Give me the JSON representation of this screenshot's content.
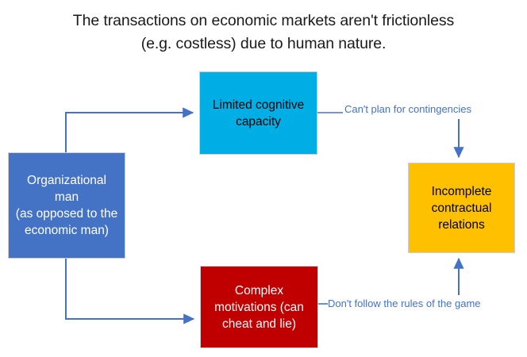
{
  "diagram": {
    "title": "The transactions on economic markets aren't frictionless\n(e.g. costless) due to human nature.",
    "background_color": "#ffffff",
    "nodes": [
      {
        "id": "organizational-man",
        "label": "Organizational man\n(as opposed to the economic man)",
        "fill_color": "#4472c4",
        "text_color": "#ffffff"
      },
      {
        "id": "limited-cognitive-capacity",
        "label": "Limited cognitive capacity",
        "fill_color": "#00aee6",
        "text_color": "#000000"
      },
      {
        "id": "complex-motivations",
        "label": "Complex motivations (can cheat and lie)",
        "fill_color": "#c00000",
        "text_color": "#ffffff"
      },
      {
        "id": "incomplete-contractual-relations",
        "label": "Incomplete contractual relations",
        "fill_color": "#ffc000",
        "text_color": "#000000"
      }
    ],
    "edges": [
      {
        "id": "man-to-cognitive",
        "from": "organizational-man",
        "to": "limited-cognitive-capacity",
        "label": "",
        "color": "#4472c4"
      },
      {
        "id": "man-to-motivations",
        "from": "organizational-man",
        "to": "complex-motivations",
        "label": "",
        "color": "#4472c4"
      },
      {
        "id": "cognitive-to-contractual",
        "from": "limited-cognitive-capacity",
        "to": "incomplete-contractual-relations",
        "label": "Can't plan for contingencies",
        "color": "#4472c4"
      },
      {
        "id": "motivations-to-contractual",
        "from": "complex-motivations",
        "to": "incomplete-contractual-relations",
        "label": "Don't follow the rules of the game",
        "color": "#4472c4"
      }
    ]
  }
}
